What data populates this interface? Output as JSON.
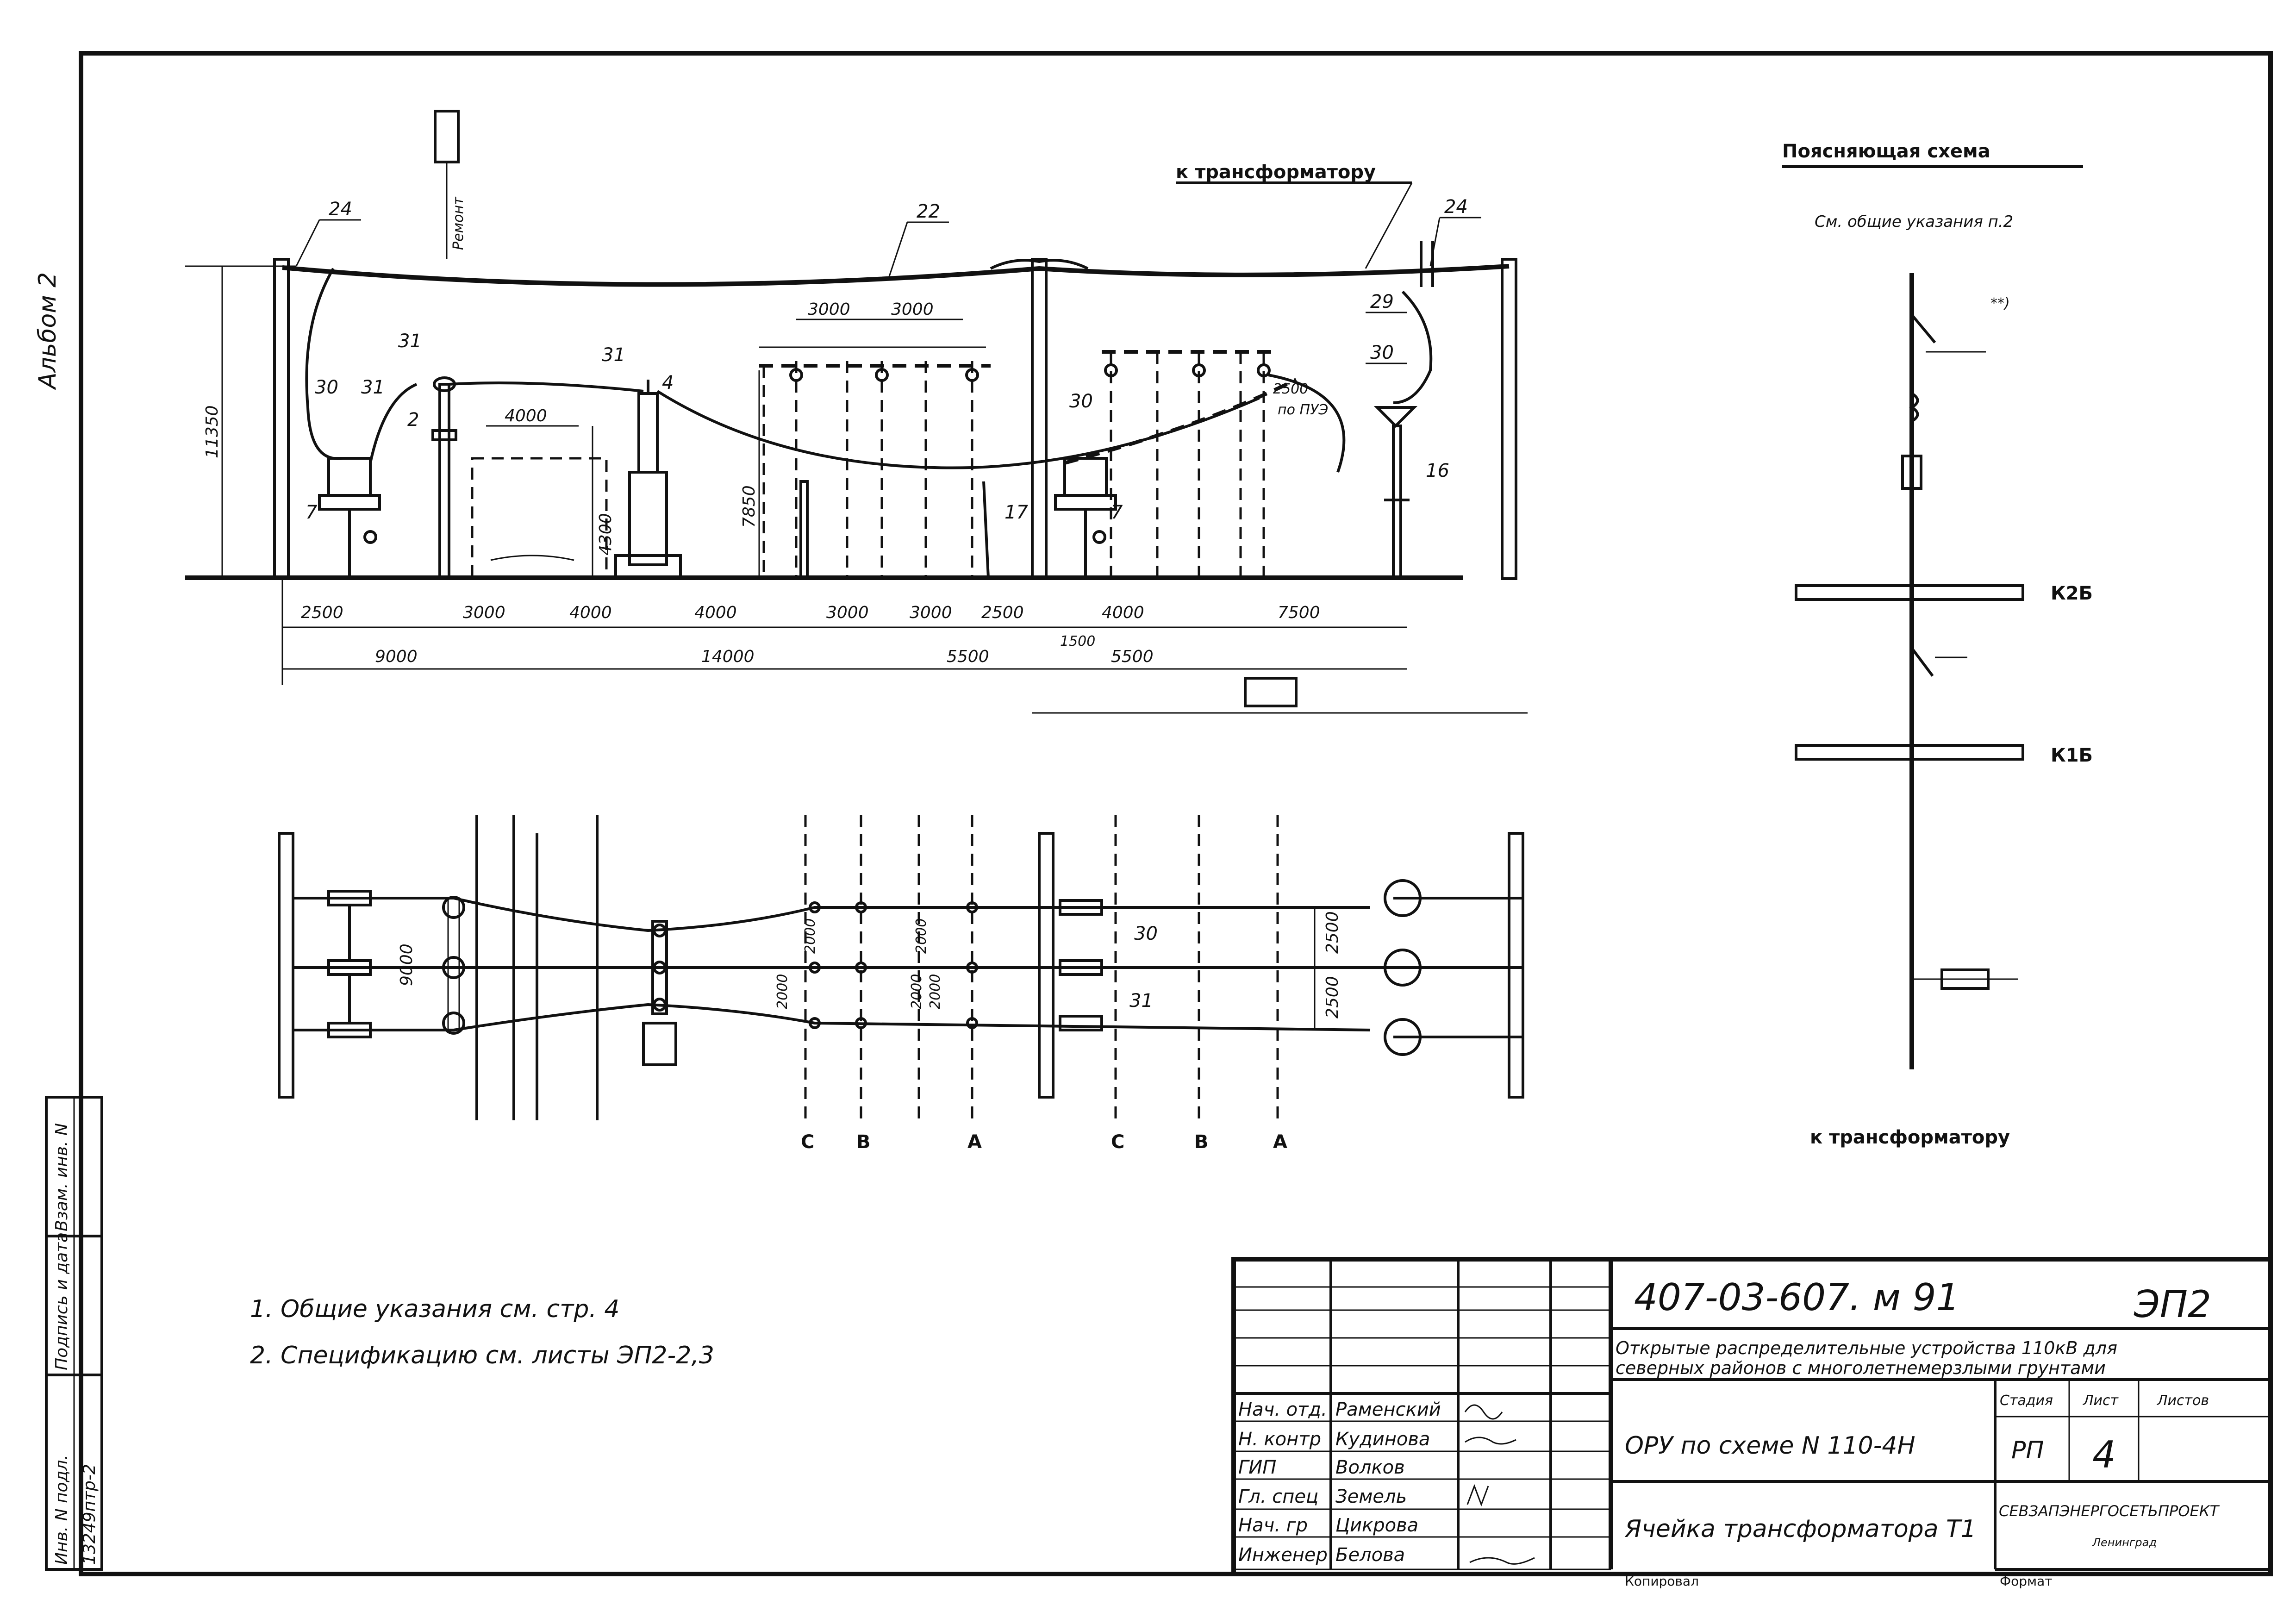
{
  "side": {
    "album": "Альбом 2",
    "inv_no_label": "Инв. N подл.",
    "sign_date_label": "Подпись и дата",
    "instead_inv_label": "Взам. инв. N",
    "inv_no_value": "13249птр-2"
  },
  "elevation": {
    "to_transformer_top": "к трансформатору",
    "repair_label": "Ремонт",
    "height_total": "11350",
    "height_7850": "7850",
    "height_4300": "4300",
    "bay_4000": "4000",
    "bus_3000a": "3000",
    "bus_3000b": "3000",
    "clearance_2500": "2500",
    "clearance_pue": "по ПУЭ",
    "callouts": [
      "24",
      "22",
      "24",
      "29",
      "30",
      "31",
      "31",
      "31",
      "4",
      "2",
      "30",
      "30",
      "7",
      "7",
      "17",
      "16"
    ],
    "dims_row1": [
      "2500",
      "3000",
      "4000",
      "4000",
      "3000",
      "3000",
      "2500",
      "4000",
      "7500"
    ],
    "dims_row2": [
      "9000",
      "14000",
      "5500",
      "5500"
    ],
    "dim_1500": "1500"
  },
  "plan": {
    "dims_left": [
      "9000",
      "2000"
    ],
    "dims_mid": [
      "2000",
      "2000",
      "2000",
      "2000"
    ],
    "dims_right": [
      "2500",
      "2500"
    ],
    "callouts": [
      "30",
      "31"
    ],
    "phase_labels_1": [
      "С",
      "В",
      "А"
    ],
    "phase_labels_2": [
      "С",
      "В",
      "А"
    ]
  },
  "schematic": {
    "title": "Поясняющая схема",
    "note_ref": "См. общие указания п.2",
    "note_mark": "**)",
    "bus1": "К2Б",
    "bus2": "К1Б",
    "to_transformer": "к трансформатору"
  },
  "notes": [
    "1. Общие указания см. стр. 4",
    "2. Спецификацию см. листы ЭП2-2,3"
  ],
  "title_block": {
    "doc_code": "407-03-607. м 91",
    "sheet_code": "ЭП2",
    "project_title_1": "Открытые распределительные устройства 110кВ для",
    "project_title_2": "северных районов с многолетнемерзлыми грунтами",
    "drawing_title": "ОРУ по схеме N 110-4Н",
    "sheet_title": "Ячейка трансформатора Т1",
    "stage_label": "Стадия",
    "sheet_label": "Лист",
    "sheets_label": "Листов",
    "stage_value": "РП",
    "sheet_value": "4",
    "organization": "СЕВЗАПЭНЕРГОСЕТЬПРОЕКТ",
    "city": "Ленинград",
    "copied_label": "Копировал",
    "format_label": "Формат",
    "roles": [
      "Нач. отд.",
      "Н. контр",
      "ГИП",
      "Гл. спец",
      "Нач. гр",
      "Инженер"
    ],
    "names": [
      "Раменский",
      "Кудинова",
      "Волков",
      "Земель",
      "Цикрова",
      "Белова"
    ]
  }
}
